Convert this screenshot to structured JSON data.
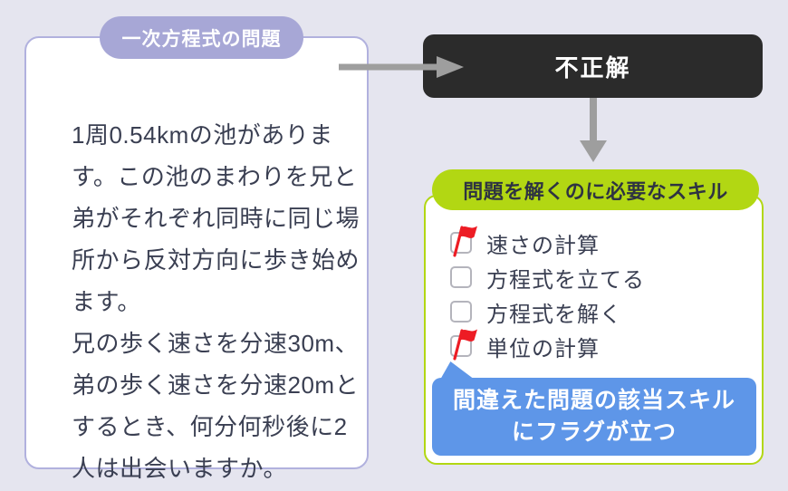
{
  "problem_card": {
    "badge": "一次方程式の問題",
    "text": "1周0.54kmの池がありま\nす。この池のまわりを兄と\n弟がそれぞれ同時に同じ場\n所から反対方向に歩き始め\nます。\n兄の歩く速さを分速30m、\n弟の歩く速さを分速20mと\nするとき、何分何秒後に2\n人は出会いますか。"
  },
  "result_box": {
    "label": "不正解"
  },
  "skills_panel": {
    "header": "問題を解くのに必要なスキル",
    "items": [
      {
        "label": "速さの計算",
        "flagged": true
      },
      {
        "label": "方程式を立てる",
        "flagged": false
      },
      {
        "label": "方程式を解く",
        "flagged": false
      },
      {
        "label": "単位の計算",
        "flagged": true
      }
    ]
  },
  "callout": {
    "text": "間違えた問題の該当スキル\nにフラグが立つ"
  },
  "icons": {
    "flag": "red-flag-icon",
    "checkbox": "checkbox-icon",
    "arrow_right": "arrow-right-icon",
    "arrow_down": "arrow-down-icon"
  },
  "colors": {
    "background": "#e5e5ef",
    "card_border": "#b1b1de",
    "badge_purple": "#a7a7d6",
    "text_navy": "#3a3f52",
    "result_black": "#2b2b2b",
    "arrow_gray": "#9e9e9e",
    "skill_green": "#b2d713",
    "flag_red": "#ed1c24",
    "callout_blue": "#5e96e8"
  }
}
